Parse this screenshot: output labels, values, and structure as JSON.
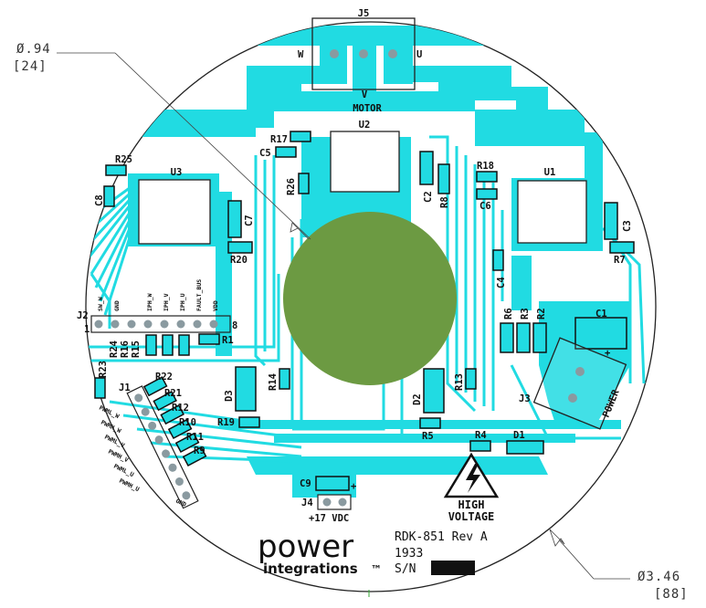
{
  "dimensions": {
    "d1_main": "Ø.94",
    "d1_sub": "[24]",
    "d2_main": "Ø3.46",
    "d2_sub": "[88]"
  },
  "connectors": {
    "j5": "J5",
    "j5_w": "W",
    "j5_u": "U",
    "j5_v": "V",
    "motor": "MOTOR",
    "j1": "J1",
    "j2": "J2",
    "j3": "J3",
    "j4": "J4",
    "power": "POWER",
    "plus": "+",
    "vdc": "+17 VDC",
    "j2_pin1": "1",
    "j2_pin8": "8"
  },
  "chips": {
    "u1": "U1",
    "u2": "U2",
    "u3": "U3"
  },
  "components": {
    "r1": "R1",
    "r2": "R2",
    "r3": "R3",
    "r4": "R4",
    "r5": "R5",
    "r6": "R6",
    "r7": "R7",
    "r8": "R8",
    "r9": "R9",
    "r10": "R10",
    "r11": "R11",
    "r12": "R12",
    "r13": "R13",
    "r14": "R14",
    "r15": "R15",
    "r16": "R16",
    "r17": "R17",
    "r18": "R18",
    "r19": "R19",
    "r20": "R20",
    "r21": "R21",
    "r22": "R22",
    "r23": "R23",
    "r24": "R24",
    "r25": "R25",
    "r26": "R26",
    "c1": "C1",
    "c2": "C2",
    "c3": "C3",
    "c4": "C4",
    "c5": "C5",
    "c6": "C6",
    "c7": "C7",
    "c8": "C8",
    "c9": "C9",
    "d1": "D1",
    "d2": "D2",
    "d3": "D3"
  },
  "j2_pins": [
    "SW_W",
    "GND",
    "IPH_W",
    "IPH_V",
    "IPH_U",
    "FAULT_BUS",
    "VDD"
  ],
  "j1_pins": [
    "PWML_W",
    "PWMH_W",
    "PWML_V",
    "PWMH_V",
    "PWML_U",
    "PWMH_U",
    "GND"
  ],
  "warning": {
    "line1": "HIGH",
    "line2": "VOLTAGE"
  },
  "brand": {
    "top": "power",
    "bottom": "integrations",
    "tm": "™"
  },
  "board": {
    "name": "RDK-851 Rev A",
    "code": "1933",
    "sn": "S/N"
  },
  "colors": {
    "copper": "#21dbe2",
    "core": "#6c9a42",
    "outline": "#222222"
  }
}
